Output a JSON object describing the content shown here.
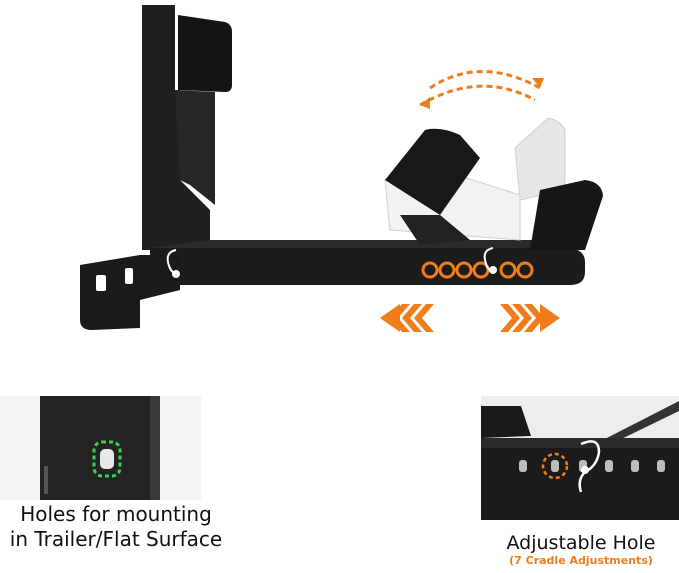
{
  "captions": {
    "mounting_line1": "Holes for mounting",
    "mounting_line2": "in Trailer/Flat Surface",
    "adjustable_title": "Adjustable Hole",
    "adjustable_sub": "(7 Cradle Adjustments)"
  },
  "colors": {
    "accent": "#f07d1a",
    "highlight": "#39d353",
    "metal": "#1c1c1c"
  },
  "icons": {
    "left_arrows": "triple-chevron-left",
    "right_arrows": "triple-chevron-right",
    "rotate": "curved-double-arrow"
  }
}
